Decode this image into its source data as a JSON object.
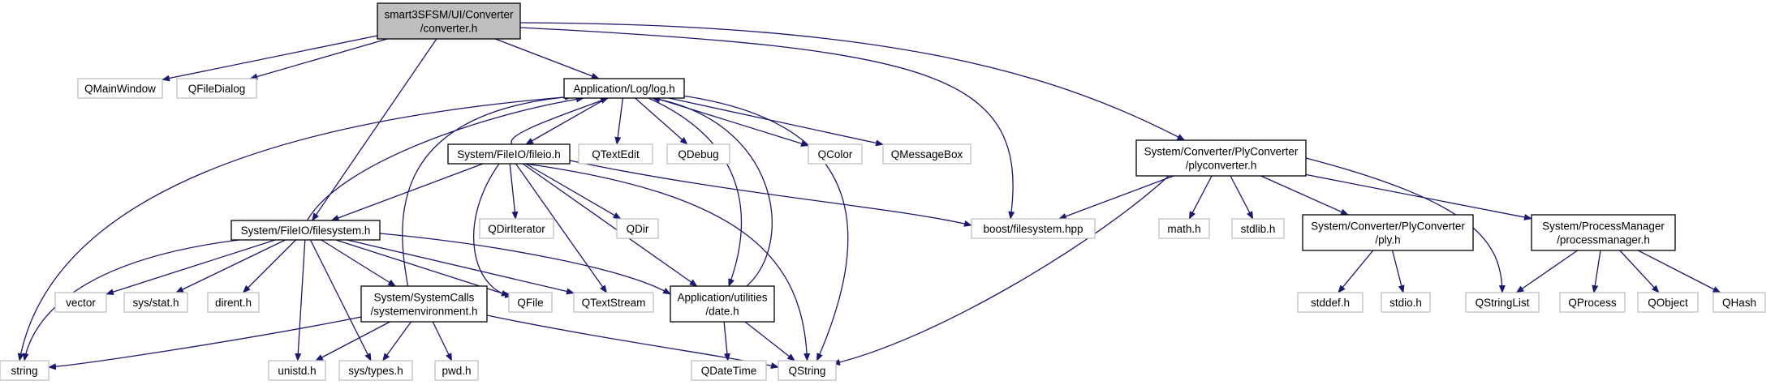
{
  "diagram": {
    "type": "include-dependency-graph",
    "colors": {
      "edge": "#191970",
      "root_fill": "#bfbfbf",
      "root_stroke": "#000000",
      "header_stroke": "#000000",
      "external_stroke": "#bfbfbf",
      "node_fill": "#ffffff"
    },
    "nodes": [
      {
        "id": "root",
        "lines": [
          "smart3SFSM/UI/Converter",
          "/converter.h"
        ],
        "kind": "root"
      },
      {
        "id": "qmainwindow",
        "lines": [
          "QMainWindow"
        ],
        "kind": "external"
      },
      {
        "id": "qfiledialog",
        "lines": [
          "QFileDialog"
        ],
        "kind": "external"
      },
      {
        "id": "log",
        "lines": [
          "Application/Log/log.h"
        ],
        "kind": "header"
      },
      {
        "id": "plyconverter",
        "lines": [
          "System/Converter/PlyConverter",
          "/plyconverter.h"
        ],
        "kind": "header"
      },
      {
        "id": "fileio",
        "lines": [
          "System/FileIO/fileio.h"
        ],
        "kind": "header"
      },
      {
        "id": "qtextedit",
        "lines": [
          "QTextEdit"
        ],
        "kind": "external"
      },
      {
        "id": "qdebug",
        "lines": [
          "QDebug"
        ],
        "kind": "external"
      },
      {
        "id": "qcolor",
        "lines": [
          "QColor"
        ],
        "kind": "external"
      },
      {
        "id": "qmessagebox",
        "lines": [
          "QMessageBox"
        ],
        "kind": "external"
      },
      {
        "id": "filesystem",
        "lines": [
          "System/FileIO/filesystem.h"
        ],
        "kind": "header"
      },
      {
        "id": "qdiriterator",
        "lines": [
          "QDirIterator"
        ],
        "kind": "external"
      },
      {
        "id": "qdir",
        "lines": [
          "QDir"
        ],
        "kind": "external"
      },
      {
        "id": "boostfs",
        "lines": [
          "boost/filesystem.hpp"
        ],
        "kind": "external"
      },
      {
        "id": "mathh",
        "lines": [
          "math.h"
        ],
        "kind": "external"
      },
      {
        "id": "stdlibh",
        "lines": [
          "stdlib.h"
        ],
        "kind": "external"
      },
      {
        "id": "plyh",
        "lines": [
          "System/Converter/PlyConverter",
          "/ply.h"
        ],
        "kind": "header"
      },
      {
        "id": "procman",
        "lines": [
          "System/ProcessManager",
          "/processmanager.h"
        ],
        "kind": "header"
      },
      {
        "id": "vector",
        "lines": [
          "vector"
        ],
        "kind": "external"
      },
      {
        "id": "sysstat",
        "lines": [
          "sys/stat.h"
        ],
        "kind": "external"
      },
      {
        "id": "direnth",
        "lines": [
          "dirent.h"
        ],
        "kind": "external"
      },
      {
        "id": "sysenv",
        "lines": [
          "System/SystemCalls",
          "/systemenvironment.h"
        ],
        "kind": "header"
      },
      {
        "id": "qfile",
        "lines": [
          "QFile"
        ],
        "kind": "external"
      },
      {
        "id": "qtextstream",
        "lines": [
          "QTextStream"
        ],
        "kind": "external"
      },
      {
        "id": "dateh",
        "lines": [
          "Application/utilities",
          "/date.h"
        ],
        "kind": "header"
      },
      {
        "id": "stddefh",
        "lines": [
          "stddef.h"
        ],
        "kind": "external"
      },
      {
        "id": "stdioh",
        "lines": [
          "stdio.h"
        ],
        "kind": "external"
      },
      {
        "id": "qstringlist",
        "lines": [
          "QStringList"
        ],
        "kind": "external"
      },
      {
        "id": "qprocess",
        "lines": [
          "QProcess"
        ],
        "kind": "external"
      },
      {
        "id": "qobject",
        "lines": [
          "QObject"
        ],
        "kind": "external"
      },
      {
        "id": "qhash",
        "lines": [
          "QHash"
        ],
        "kind": "external"
      },
      {
        "id": "string",
        "lines": [
          "string"
        ],
        "kind": "external"
      },
      {
        "id": "unistdh",
        "lines": [
          "unistd.h"
        ],
        "kind": "external"
      },
      {
        "id": "systypes",
        "lines": [
          "sys/types.h"
        ],
        "kind": "external"
      },
      {
        "id": "pwdh",
        "lines": [
          "pwd.h"
        ],
        "kind": "external"
      },
      {
        "id": "qdatetime",
        "lines": [
          "QDateTime"
        ],
        "kind": "external"
      },
      {
        "id": "qstring",
        "lines": [
          "QString"
        ],
        "kind": "external"
      }
    ],
    "edges": [
      {
        "from": "root",
        "to": "qmainwindow"
      },
      {
        "from": "root",
        "to": "qfiledialog"
      },
      {
        "from": "root",
        "to": "log"
      },
      {
        "from": "root",
        "to": "filesystem"
      },
      {
        "from": "root",
        "to": "boostfs"
      },
      {
        "from": "root",
        "to": "plyconverter"
      },
      {
        "from": "log",
        "to": "fileio"
      },
      {
        "from": "log",
        "to": "qtextedit"
      },
      {
        "from": "log",
        "to": "qdebug"
      },
      {
        "from": "log",
        "to": "qcolor"
      },
      {
        "from": "log",
        "to": "qmessagebox"
      },
      {
        "from": "log",
        "to": "string"
      },
      {
        "from": "log",
        "to": "qstring"
      },
      {
        "from": "log",
        "to": "dateh"
      },
      {
        "from": "fileio",
        "to": "log"
      },
      {
        "from": "fileio",
        "to": "filesystem"
      },
      {
        "from": "fileio",
        "to": "qdiriterator"
      },
      {
        "from": "fileio",
        "to": "qdir"
      },
      {
        "from": "fileio",
        "to": "boostfs"
      },
      {
        "from": "fileio",
        "to": "qfile"
      },
      {
        "from": "fileio",
        "to": "qtextstream"
      },
      {
        "from": "fileio",
        "to": "dateh"
      },
      {
        "from": "fileio",
        "to": "qstring"
      },
      {
        "from": "filesystem",
        "to": "log"
      },
      {
        "from": "filesystem",
        "to": "string"
      },
      {
        "from": "filesystem",
        "to": "vector"
      },
      {
        "from": "filesystem",
        "to": "sysstat"
      },
      {
        "from": "filesystem",
        "to": "direnth"
      },
      {
        "from": "filesystem",
        "to": "unistdh"
      },
      {
        "from": "filesystem",
        "to": "systypes"
      },
      {
        "from": "filesystem",
        "to": "sysenv"
      },
      {
        "from": "filesystem",
        "to": "qfile"
      },
      {
        "from": "filesystem",
        "to": "qtextstream"
      },
      {
        "from": "filesystem",
        "to": "dateh"
      },
      {
        "from": "sysenv",
        "to": "log"
      },
      {
        "from": "sysenv",
        "to": "string"
      },
      {
        "from": "sysenv",
        "to": "unistdh"
      },
      {
        "from": "sysenv",
        "to": "systypes"
      },
      {
        "from": "sysenv",
        "to": "pwdh"
      },
      {
        "from": "sysenv",
        "to": "qstring"
      },
      {
        "from": "dateh",
        "to": "log"
      },
      {
        "from": "dateh",
        "to": "qdatetime"
      },
      {
        "from": "dateh",
        "to": "qstring"
      },
      {
        "from": "plyconverter",
        "to": "boostfs"
      },
      {
        "from": "plyconverter",
        "to": "mathh"
      },
      {
        "from": "plyconverter",
        "to": "stdlibh"
      },
      {
        "from": "plyconverter",
        "to": "plyh"
      },
      {
        "from": "plyconverter",
        "to": "procman"
      },
      {
        "from": "plyconverter",
        "to": "qstringlist"
      },
      {
        "from": "plyconverter",
        "to": "qstring"
      },
      {
        "from": "plyh",
        "to": "stddefh"
      },
      {
        "from": "plyh",
        "to": "stdioh"
      },
      {
        "from": "procman",
        "to": "qstringlist"
      },
      {
        "from": "procman",
        "to": "qprocess"
      },
      {
        "from": "procman",
        "to": "qobject"
      },
      {
        "from": "procman",
        "to": "qhash"
      }
    ]
  }
}
